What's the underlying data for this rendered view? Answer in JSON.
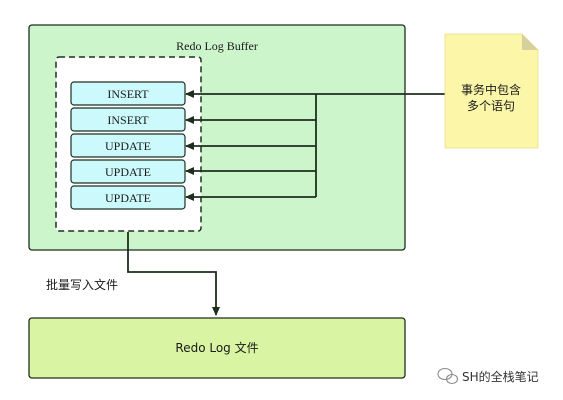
{
  "buffer": {
    "title": "Redo Log Buffer"
  },
  "entries": [
    "INSERT",
    "INSERT",
    "UPDATE",
    "UPDATE",
    "UPDATE"
  ],
  "note": {
    "line1": "事务中包含",
    "line2": "多个语句"
  },
  "flow_label": "批量写入文件",
  "file": {
    "label": "Redo Log 文件"
  },
  "watermark": {
    "text": "SH的全栈笔记"
  },
  "colors": {
    "buffer_fill": "#ccf5cc",
    "entry_fill": "#ccfafc",
    "file_fill": "#d9f5a3",
    "note_fill": "#fbf6a8",
    "stroke": "#1e2e1e"
  }
}
